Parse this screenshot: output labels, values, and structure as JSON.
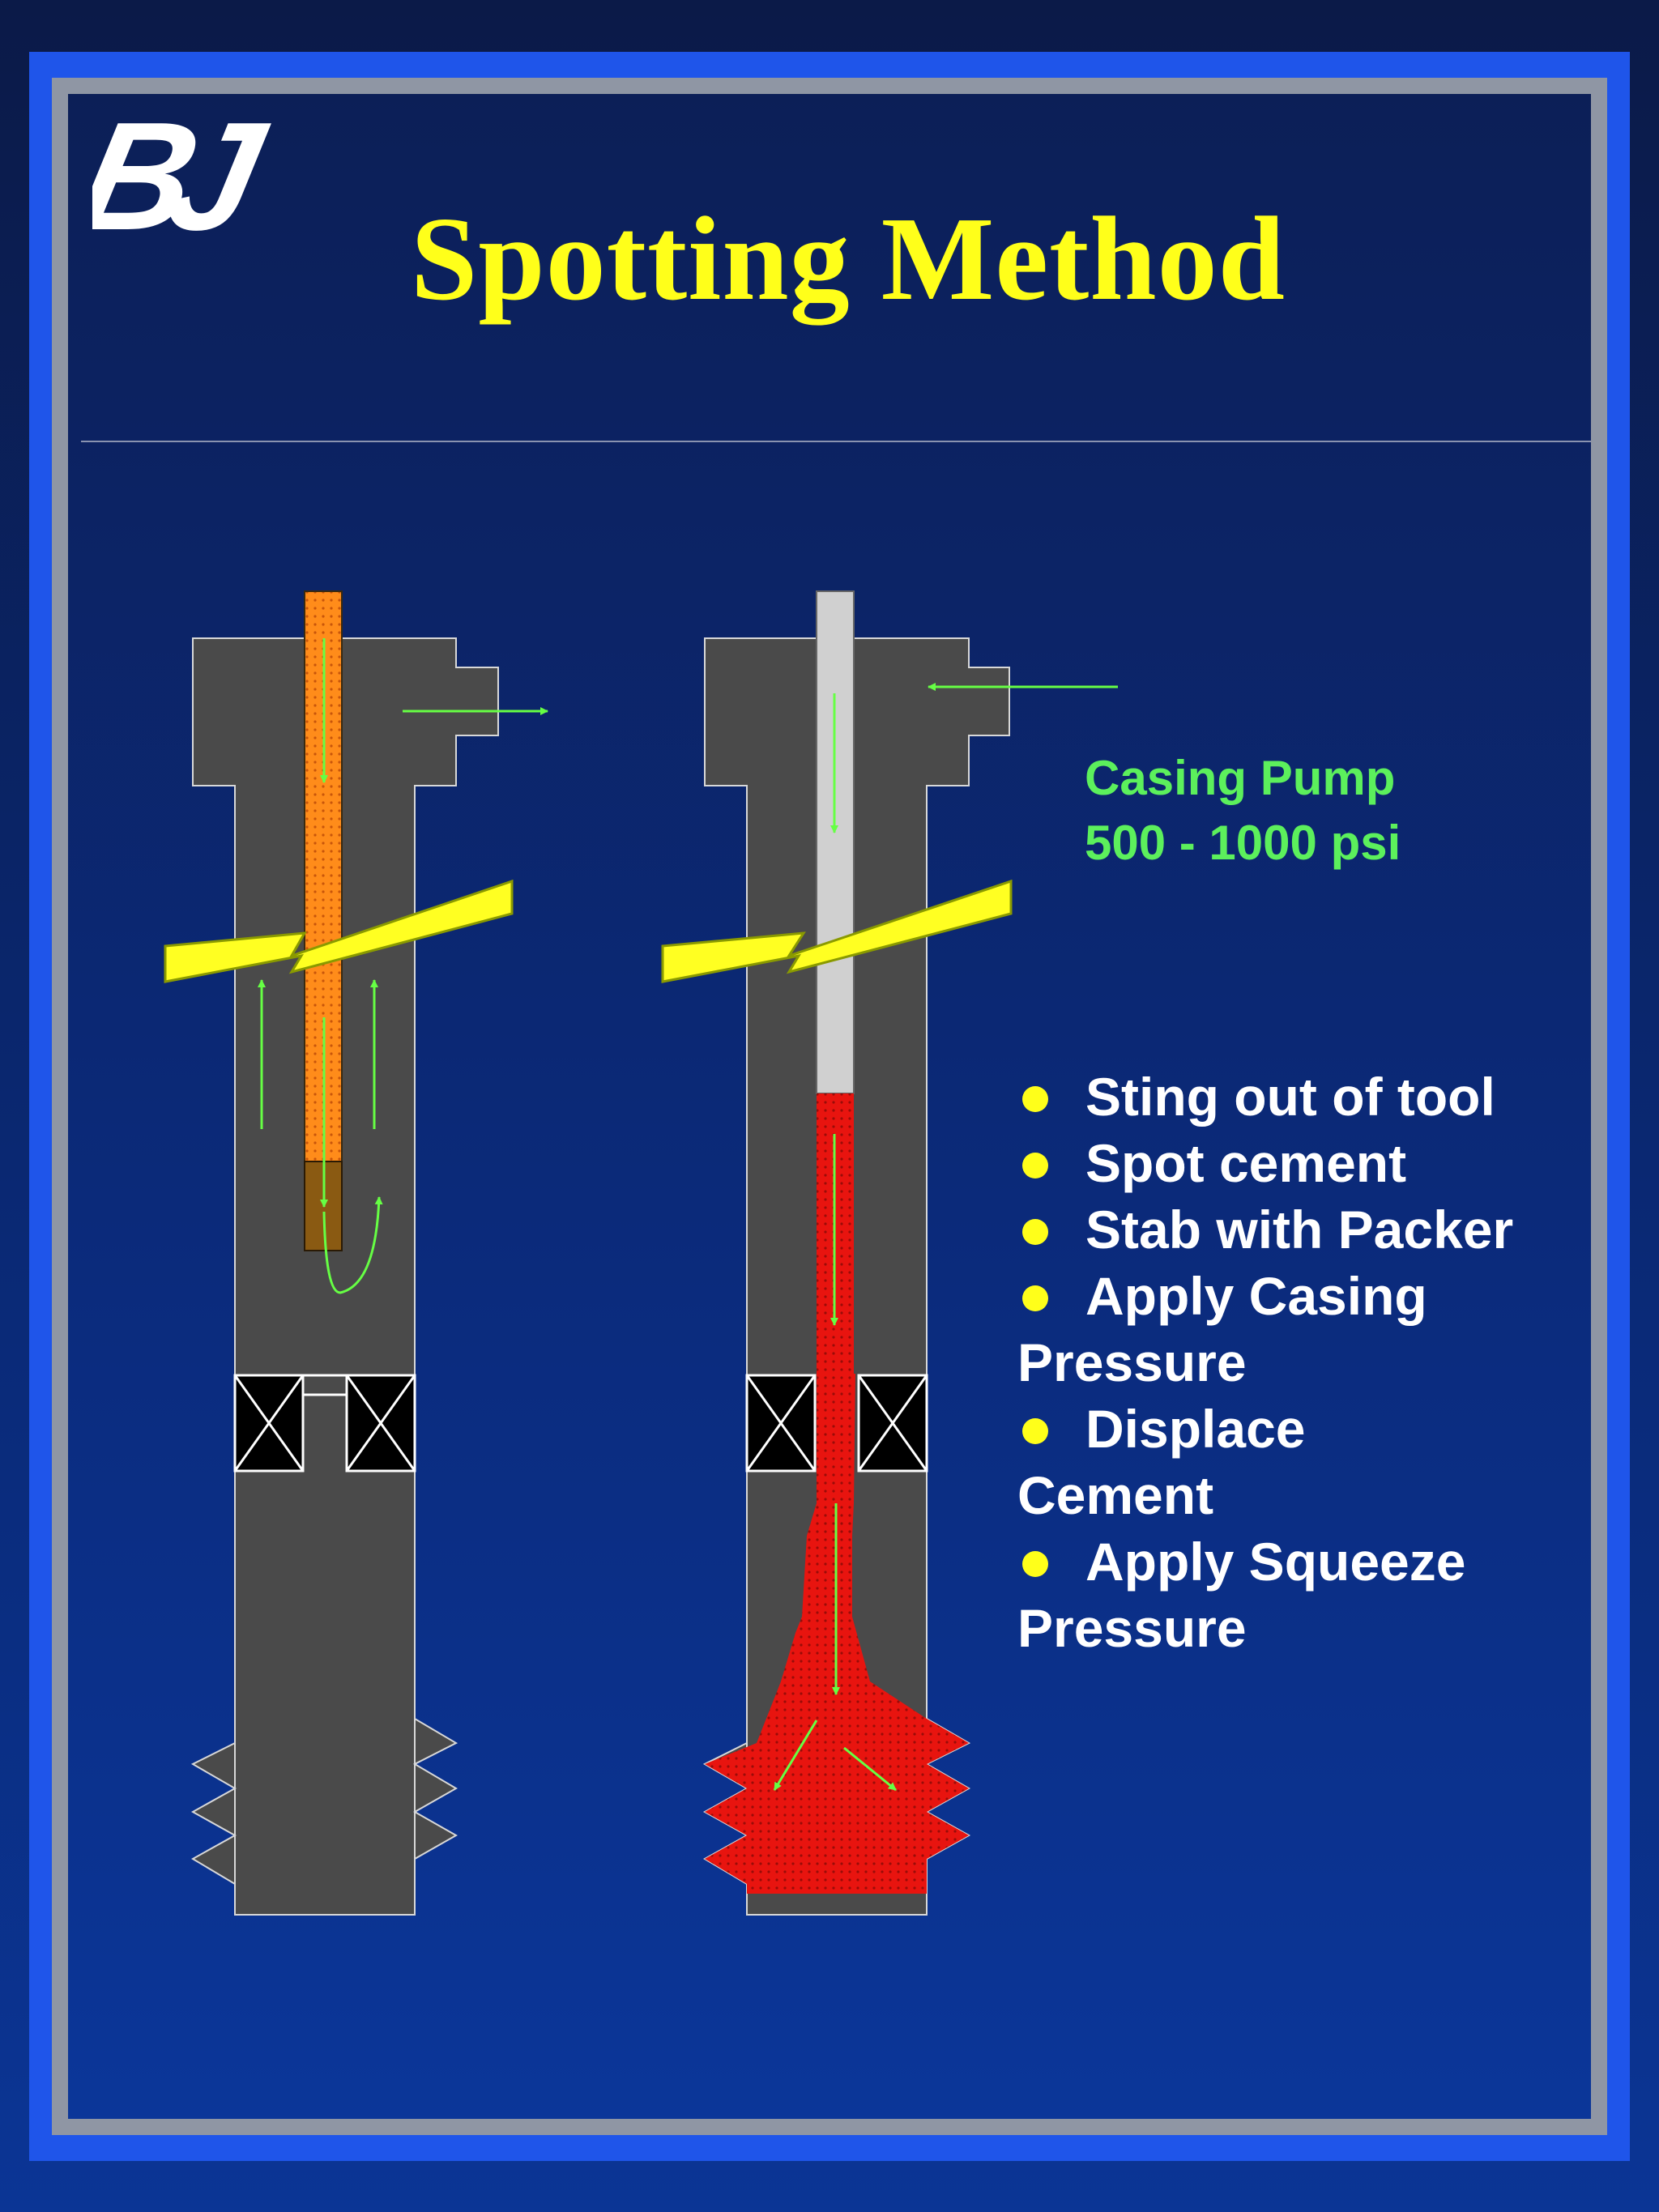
{
  "logo": {
    "text": "BJ"
  },
  "title": "Spotting Method",
  "casing_pump": {
    "line1": "Casing Pump",
    "line2": "500 - 1000 psi"
  },
  "steps": [
    {
      "text": "Sting out of tool",
      "wrap": ""
    },
    {
      "text": "Spot cement",
      "wrap": ""
    },
    {
      "text": "Stab with Packer",
      "wrap": ""
    },
    {
      "text": "Apply Casing",
      "wrap": "Pressure"
    },
    {
      "text": "Displace",
      "wrap": "Cement"
    },
    {
      "text": "Apply Squeeze",
      "wrap": "Pressure"
    }
  ],
  "colors": {
    "title": "#ffff1a",
    "label": "#5cf05c",
    "arrow": "#66ff44",
    "casing": "#4a4a4a",
    "tubing_left": "#ff8c1a",
    "tubing_right": "#d0d0d0",
    "cement": "#e8140f",
    "break_band": "#ffff22",
    "frame": "#1f55ea"
  }
}
